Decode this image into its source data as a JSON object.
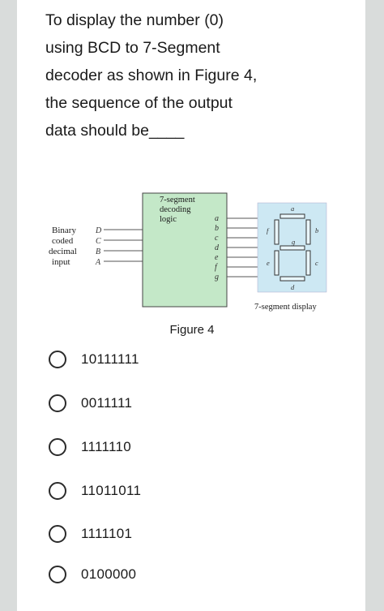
{
  "question": {
    "text": "To display the number (0)\nusing BCD to 7-Segment\ndecoder as shown in Figure 4,\nthe sequence of the output\ndata should be____"
  },
  "figure": {
    "caption": "Figure 4",
    "input_label": [
      "Binary",
      "coded",
      "decimal",
      "input"
    ],
    "input_pins": [
      "D",
      "C",
      "B",
      "A"
    ],
    "decoder_label": [
      "7-segment",
      "decoding",
      "logic"
    ],
    "output_pins": [
      "a",
      "b",
      "c",
      "d",
      "e",
      "f",
      "g"
    ],
    "display_label": "7-segment display",
    "segment_letters": [
      "a",
      "b",
      "c",
      "d",
      "e",
      "f",
      "g"
    ],
    "decoder_color": "#c4e8c8",
    "display_color": "#cde8f3"
  },
  "options": [
    {
      "label": "10111111"
    },
    {
      "label": "0011111"
    },
    {
      "label": "1111110"
    },
    {
      "label": "11011011"
    },
    {
      "label": "1111101"
    },
    {
      "label": "0100000"
    }
  ]
}
